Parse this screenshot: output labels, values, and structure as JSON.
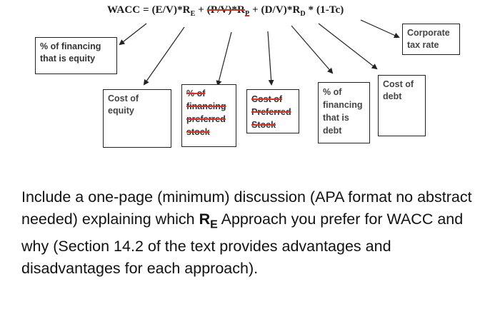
{
  "formula": {
    "prefix": "WACC = (E/V)*R",
    "e_sub": "E",
    "plus1": " + ",
    "struck_part": "(P/V)*R",
    "p_sub": "P",
    "middle": " + (D/V)*R",
    "d_sub": "D",
    "suffix": " * (1-Tc)"
  },
  "boxes": {
    "equity_financing": [
      "% of financing",
      "that is equity"
    ],
    "corporate_tax": [
      "Corporate",
      "tax rate"
    ],
    "cost_equity": [
      "Cost of",
      "equity"
    ],
    "preferred_financing": [
      "% of",
      "financing",
      "preferred",
      "stock"
    ],
    "cost_preferred": [
      "Cost of",
      "Preferred",
      "Stock"
    ],
    "debt_financing": [
      "% of",
      "financing",
      "that is",
      "debt"
    ],
    "cost_debt": [
      "Cost of",
      "debt"
    ]
  },
  "paragraph": {
    "before": "Include a one-page (minimum) discussion (APA format no abstract needed) explaining which ",
    "re_main": "R",
    "re_sub": "E",
    "after": " Approach you prefer for WACC and why (Section 14.2 of the text provides advantages and disadvantages for each approach)."
  },
  "colors": {
    "strike": "#d0352b",
    "text": "#111111",
    "border": "#222222"
  }
}
